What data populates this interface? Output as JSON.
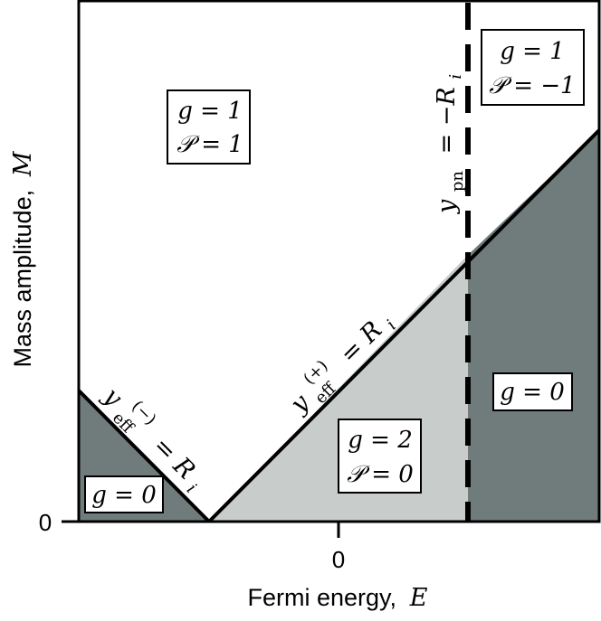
{
  "axes": {
    "x_label_text": "Fermi energy,",
    "x_label_var": "E",
    "y_label_text": "Mass amplitude,",
    "y_label_var": "M",
    "x_tick_zero": "0",
    "y_tick_zero": "0"
  },
  "lines": {
    "minus": {
      "y": "y",
      "sub": "eff",
      "sup": "(−)",
      "rhs": "= R",
      "rhs_sub": "i"
    },
    "plus": {
      "y": "y",
      "sub": "eff",
      "sup": "(+)",
      "rhs": "= R",
      "rhs_sub": "i"
    },
    "pn": {
      "y": "y",
      "sub": "pn",
      "rhs": "= −R",
      "rhs_sub": "i"
    }
  },
  "regions": {
    "top_left": {
      "g": "g = 1",
      "p": "𝒫 = 1"
    },
    "top_right": {
      "g": "g = 1",
      "p": "𝒫 = −1"
    },
    "bottom_left": {
      "g": "g = 0"
    },
    "middle": {
      "g": "g = 2",
      "p": "𝒫 = 0"
    },
    "right": {
      "g": "g = 0"
    }
  },
  "colors": {
    "dark_gray": "#707c7b",
    "light_gray": "#c8cdcb",
    "line": "#000000",
    "background": "#ffffff"
  }
}
